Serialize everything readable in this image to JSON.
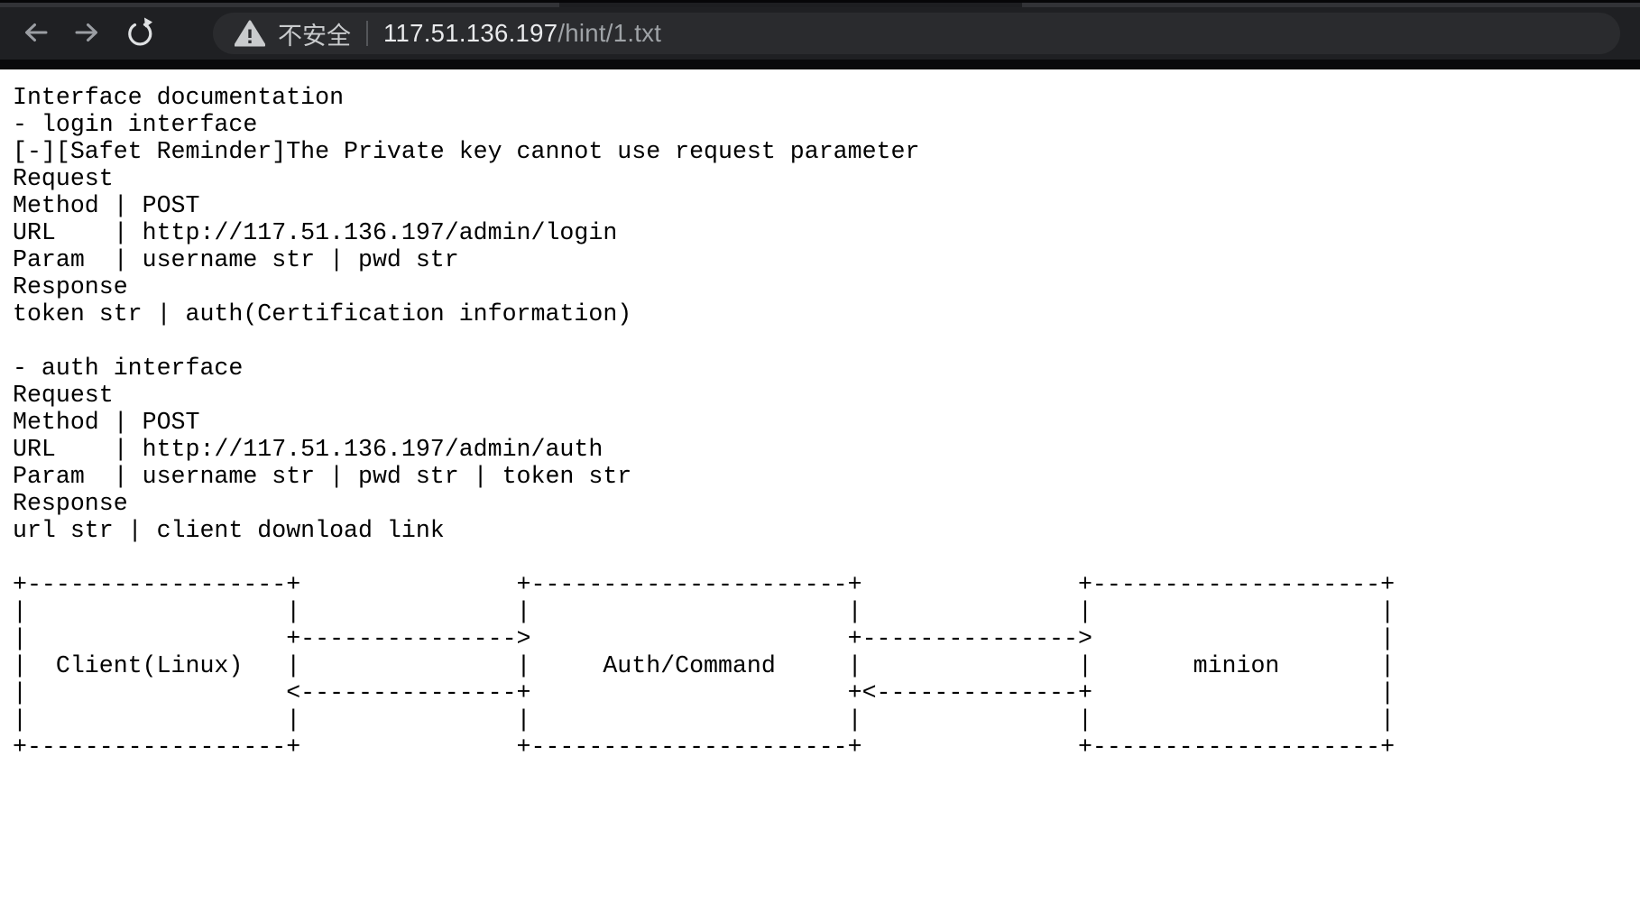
{
  "browser": {
    "toolbar": {
      "back_icon": "back-arrow-icon",
      "forward_icon": "forward-arrow-icon",
      "reload_icon": "reload-icon"
    },
    "omnibox": {
      "security_warning_icon": "warning-triangle-icon",
      "security_label": "不安全",
      "url_host": "117.51.136.197",
      "url_path": "/hint/1.txt"
    }
  },
  "colors": {
    "toolbar_bg": "#1f2023",
    "omnibox_bg": "#2a2b2e",
    "security_label_color": "#c9cbcd",
    "url_host_color": "#e9eaec",
    "url_path_color": "#9fa3a7",
    "page_bg": "#ffffff",
    "page_text_color": "#000000"
  },
  "document": {
    "lines": [
      "Interface documentation",
      "- login interface",
      "[-][Safet Reminder]The Private key cannot use request parameter",
      "Request",
      "Method | POST",
      "URL    | http://117.51.136.197/admin/login",
      "Param  | username str | pwd str",
      "Response",
      "token str | auth(Certification information)",
      "",
      "- auth interface",
      "Request",
      "Method | POST",
      "URL    | http://117.51.136.197/admin/auth",
      "Param  | username str | pwd str | token str",
      "Response",
      "url str | client download link",
      "",
      "+------------------+               +----------------------+               +--------------------+",
      "|                  |               |                      |               |                    |",
      "|                  +--------------->                      +--------------->                    |",
      "|  Client(Linux)   |               |     Auth/Command     |               |       minion       |",
      "|                  <---------------+                      +<--------------+                    |",
      "|                  |               |                      |               |                    |",
      "+------------------+               +----------------------+               +--------------------+"
    ]
  }
}
